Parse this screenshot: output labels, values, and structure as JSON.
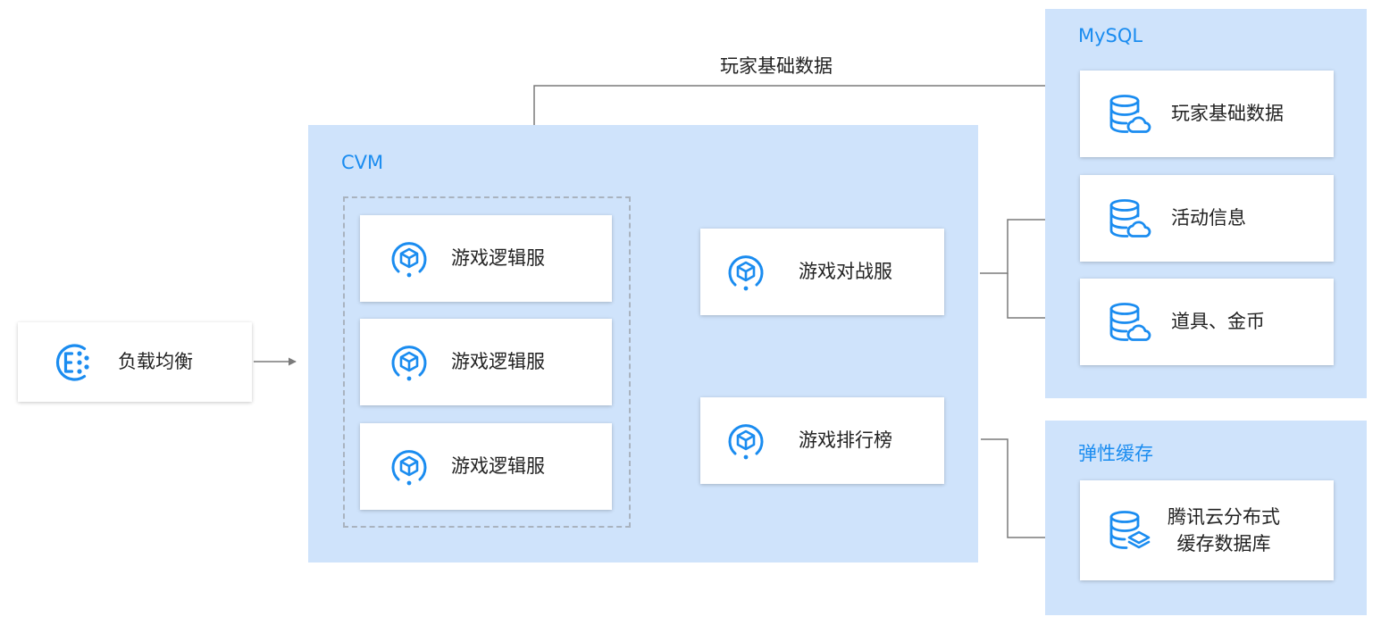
{
  "groups": {
    "cvm": {
      "title": "CVM"
    },
    "mysql": {
      "title": "MySQL"
    },
    "cache": {
      "title": "弹性缓存"
    }
  },
  "nodes": {
    "load_balancer": "负载均衡",
    "logic_server_1": "游戏逻辑服",
    "logic_server_2": "游戏逻辑服",
    "logic_server_3": "游戏逻辑服",
    "battle_server": "游戏对战服",
    "leaderboard": "游戏排行榜",
    "db_player_data": "玩家基础数据",
    "db_activity": "活动信息",
    "db_items_coins": "道具、金币",
    "redis_line1": "腾讯云分布式",
    "redis_line2": "缓存数据库"
  },
  "edges": {
    "player_data_link": "玩家基础数据"
  },
  "icons": {
    "load_balancer": "load-balancer-icon",
    "server": "cube-server-icon",
    "database": "database-cloud-icon",
    "cache": "database-layers-icon"
  },
  "colors": {
    "accent": "#1a8cf0",
    "group_fill": "#cfe3fb",
    "arrow": "#7a7a7a"
  }
}
